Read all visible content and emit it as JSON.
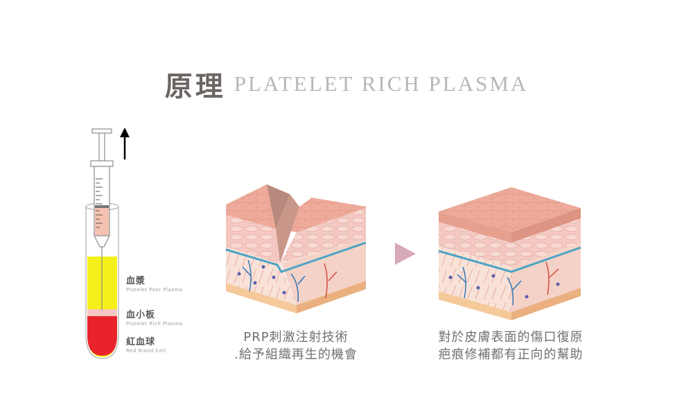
{
  "title": {
    "cn": "原理",
    "en": "PLATELET RICH PLASMA"
  },
  "layers": [
    {
      "cn": "血漿",
      "en": "Platelet Poor Plasma",
      "color": "#f5f019"
    },
    {
      "cn": "血小板",
      "en": "Platelet Rich Plasma",
      "color": "#f7c8c3"
    },
    {
      "cn": "紅血球",
      "en": "Red Blood Cell",
      "color": "#e8242a"
    }
  ],
  "captions": [
    {
      "line1": "PRP刺激注射技術",
      "line2": ".給予組織再生的機會"
    },
    {
      "line1": "對於皮膚表面的傷口復原",
      "line2": "疤痕修補都有正向的幫助"
    }
  ],
  "icons": {
    "arrow_up": "arrow-up-icon",
    "play_arrow": "play-arrow-icon"
  },
  "colors": {
    "arrow": "#d8a9b7",
    "skin_top": "#f0b5a4",
    "dermis": "#f7dccd",
    "fat": "#f5c99a"
  }
}
